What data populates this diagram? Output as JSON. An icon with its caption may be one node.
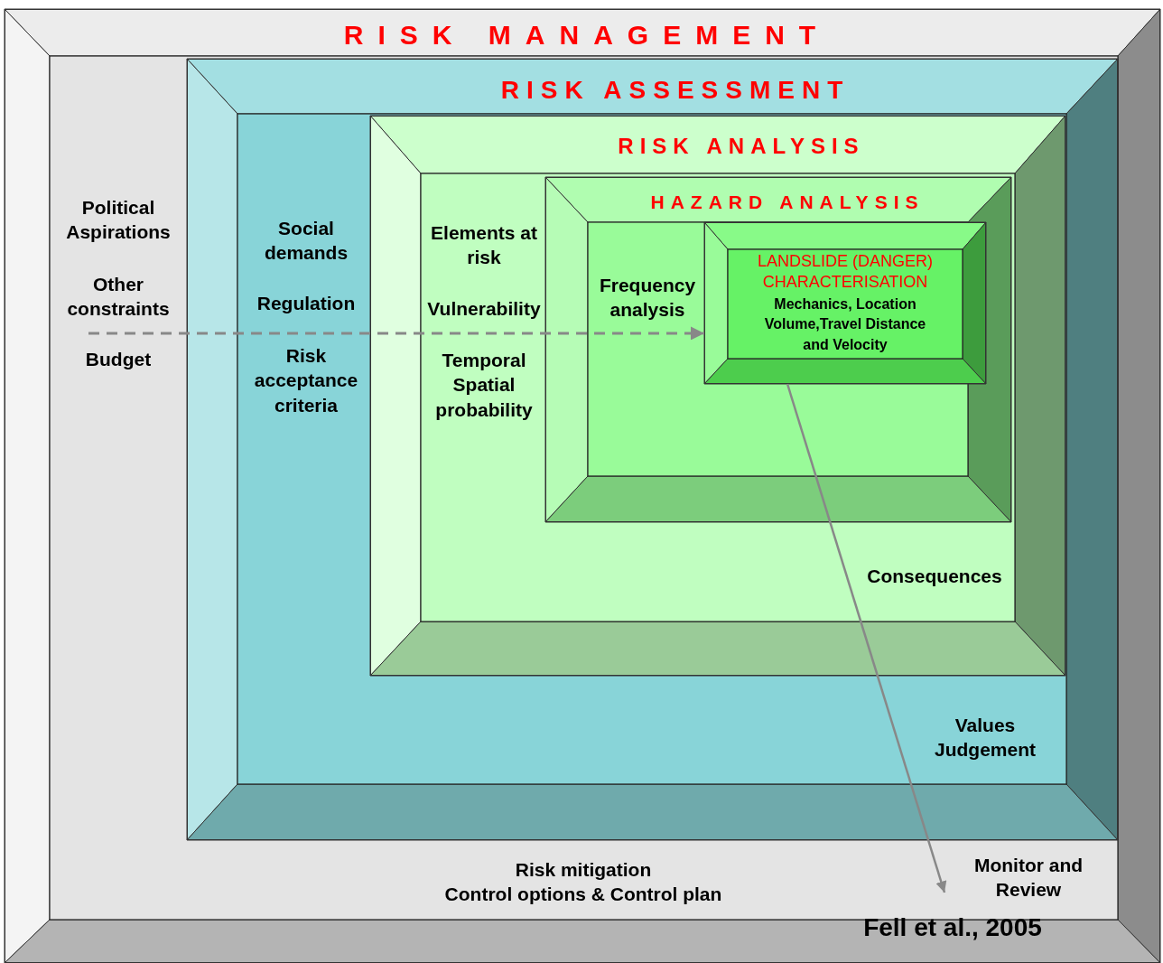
{
  "diagram": {
    "caption": "Fell et al., 2005",
    "nodes": [
      {
        "text": [
          "RISK MANAGEMENT",
          "Political Aspirations",
          "Other constraints",
          "Budget",
          "Risk mitigation",
          "Control options & Control plan",
          "Monitor and Review"
        ]
      },
      {
        "text": [
          "RISK ASSESSMENT",
          "Social demands",
          "Regulation",
          "Risk acceptance criteria",
          "Values Judgement"
        ],
        "in": 0
      },
      {
        "text": [
          "RISK ANALYSIS",
          "Elements at risk",
          "Vulnerability",
          "Temporal Spatial probability",
          "Consequences"
        ],
        "in": 1
      },
      {
        "text": [
          "HAZARD ANALYSIS",
          "Frequency analysis"
        ],
        "in": 2
      },
      {
        "text": [
          "LANDSLIDE (DANGER) CHARACTERISATION",
          "Mechanics, Location Volume,Travel Distance and Velocity"
        ],
        "in": 3
      }
    ],
    "edges": [
      {
        "from": null,
        "to": 4,
        "arrow": "to",
        "style": "dashed"
      },
      {
        "from": 4,
        "to": null,
        "arrow": "to"
      }
    ]
  }
}
